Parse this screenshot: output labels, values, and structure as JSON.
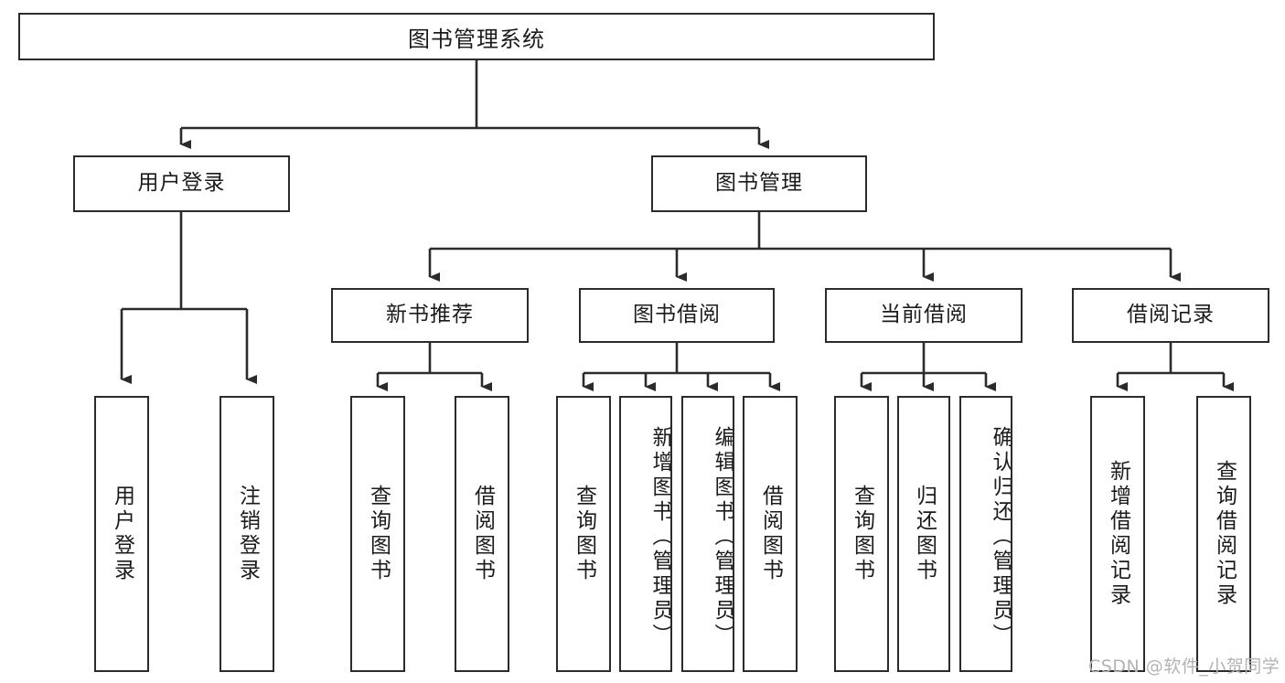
{
  "diagram": {
    "type": "tree-hierarchy",
    "title": "图书管理系统",
    "watermark": "CSDN @软件_小贺同学",
    "colors": {
      "box_border": "#2b2b2b",
      "box_fill": "#ffffff",
      "connector": "#2b2b2b",
      "text": "#1b1b1b",
      "watermark": "#b3b3b3",
      "background": "#ffffff"
    },
    "nodes": {
      "root": {
        "label": "图书管理系统"
      },
      "level2": [
        {
          "label": "用户登录"
        },
        {
          "label": "图书管理"
        }
      ],
      "level3": [
        {
          "label": "新书推荐"
        },
        {
          "label": "图书借阅"
        },
        {
          "label": "当前借阅"
        },
        {
          "label": "借阅记录"
        }
      ],
      "leaves": {
        "user_login": [
          {
            "label": "用户登录"
          },
          {
            "label": "注销登录"
          }
        ],
        "new_book": [
          {
            "label": "查询图书"
          },
          {
            "label": "借阅图书"
          }
        ],
        "book_borrow": [
          {
            "label": "查询图书"
          },
          {
            "label": "新增图书（管理员）"
          },
          {
            "label": "编辑图书（管理员）"
          },
          {
            "label": "借阅图书"
          }
        ],
        "current_borrow": [
          {
            "label": "查询图书"
          },
          {
            "label": "归还图书"
          },
          {
            "label": "确认归还（管理员）"
          }
        ],
        "borrow_record": [
          {
            "label": "新增借阅记录"
          },
          {
            "label": "查询借阅记录"
          }
        ]
      }
    }
  }
}
